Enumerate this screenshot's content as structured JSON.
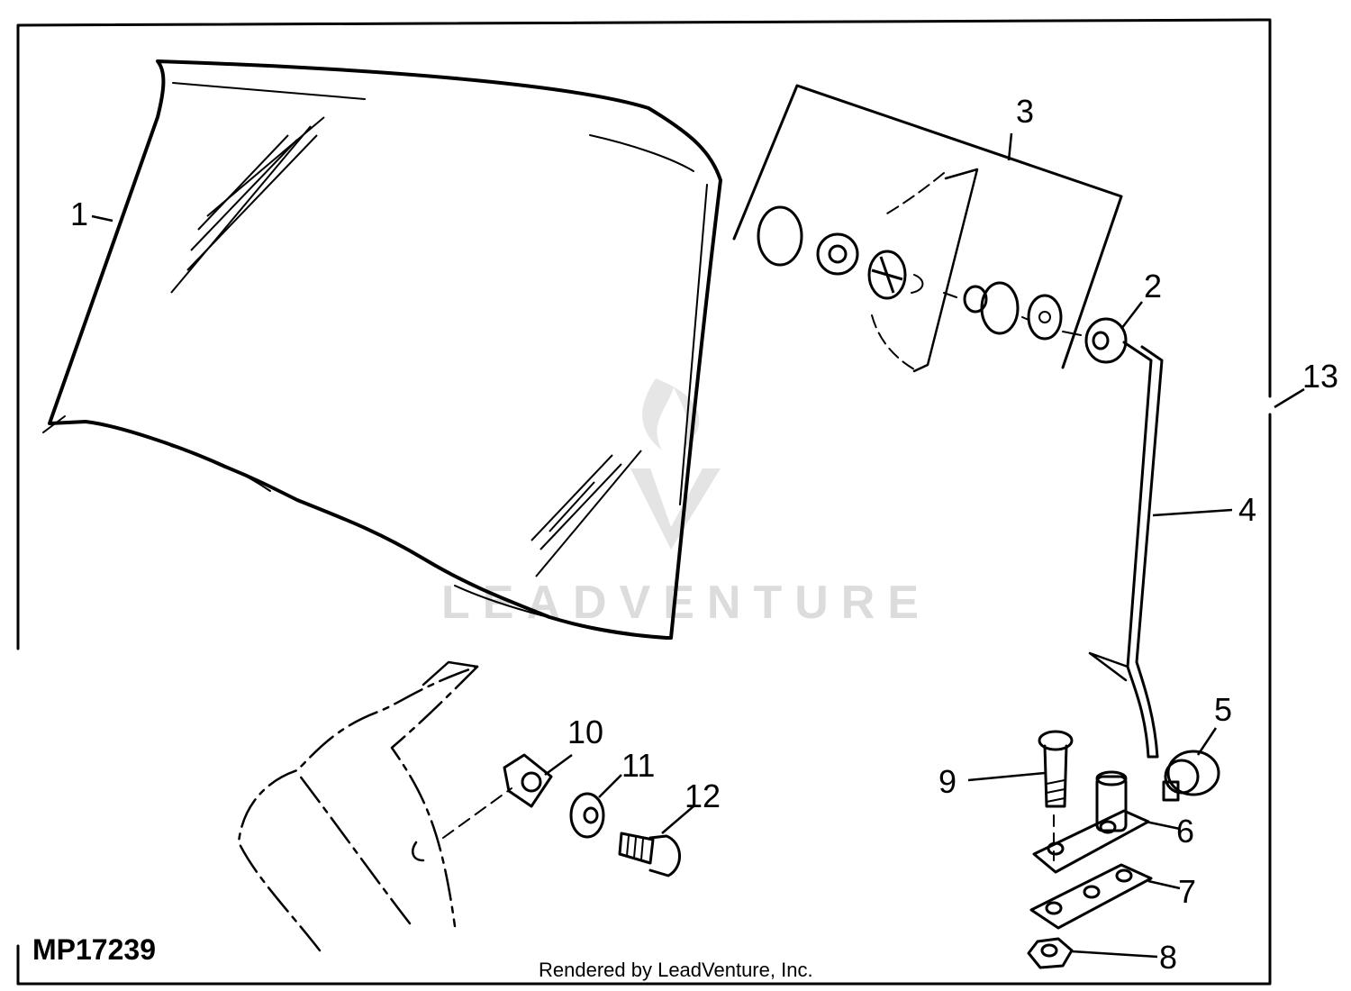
{
  "figure_id": "MP17239",
  "credit": "Rendered by LeadVenture, Inc.",
  "watermark": "LEADVENTURE",
  "callouts": [
    "1",
    "2",
    "3",
    "4",
    "5",
    "6",
    "7",
    "8",
    "9",
    "10",
    "11",
    "12",
    "13"
  ],
  "colors": {
    "ink": "#000000",
    "background": "#ffffff",
    "watermark": "#dcdcdc"
  }
}
